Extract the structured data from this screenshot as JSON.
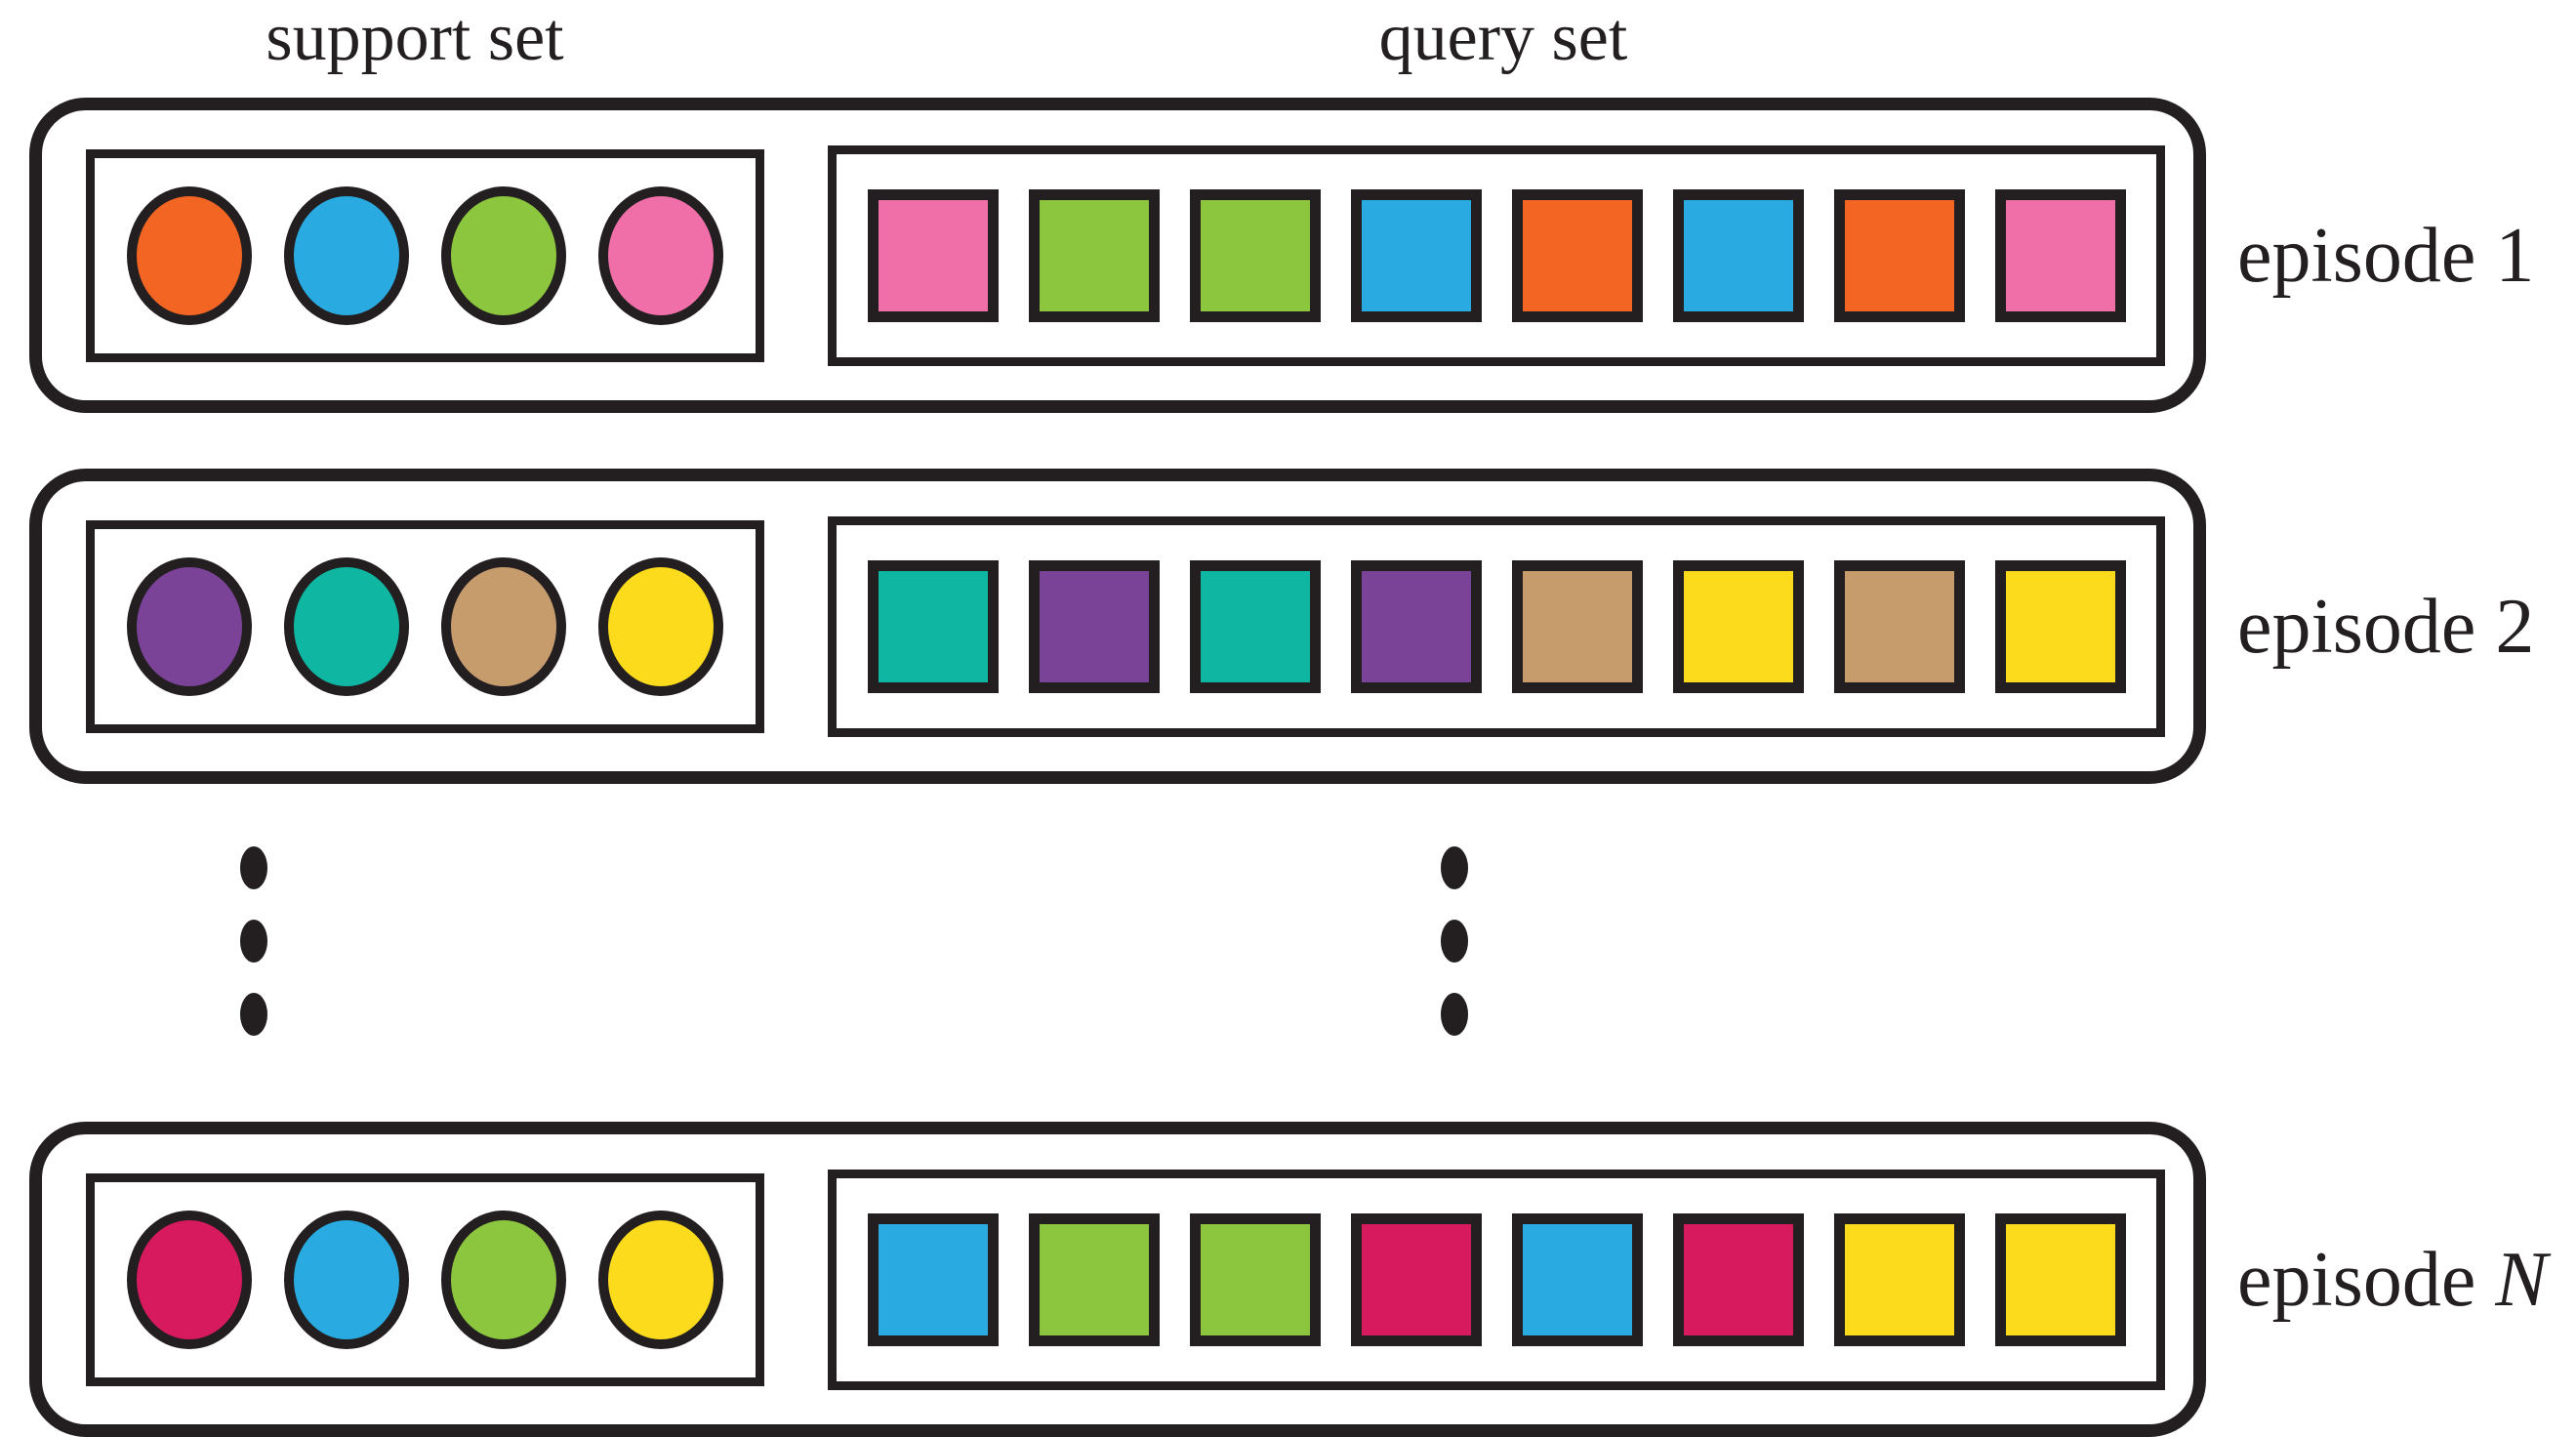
{
  "header": {
    "support_label": "support set",
    "query_label": "query set"
  },
  "colors": {
    "stroke": "#231F20",
    "orange": "#F26522",
    "blue": "#29ABE2",
    "green": "#8CC63F",
    "pink": "#F06FA8",
    "purple": "#7B4397",
    "teal": "#0FB6A1",
    "tan": "#C69C6D",
    "yellow": "#FCDB1C",
    "crimson": "#D7195D"
  },
  "episodes": [
    {
      "label_word": "episode",
      "label_num": "1",
      "num_italic": false,
      "support": [
        "orange",
        "blue",
        "green",
        "pink"
      ],
      "query": [
        "pink",
        "green",
        "green",
        "blue",
        "orange",
        "blue",
        "orange",
        "pink"
      ]
    },
    {
      "label_word": "episode",
      "label_num": "2",
      "num_italic": false,
      "support": [
        "purple",
        "teal",
        "tan",
        "yellow"
      ],
      "query": [
        "teal",
        "purple",
        "teal",
        "purple",
        "tan",
        "yellow",
        "tan",
        "yellow"
      ]
    },
    {
      "label_word": "episode",
      "label_num": "N",
      "num_italic": true,
      "support": [
        "crimson",
        "blue",
        "green",
        "yellow"
      ],
      "query": [
        "blue",
        "green",
        "green",
        "crimson",
        "blue",
        "crimson",
        "yellow",
        "yellow"
      ]
    }
  ],
  "ellipsis": {
    "columns": 2,
    "dots_per_column": 3
  }
}
